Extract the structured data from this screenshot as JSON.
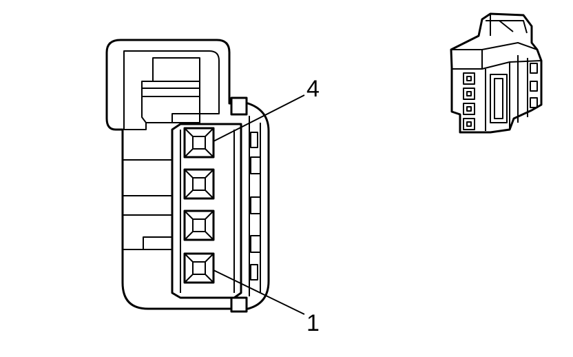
{
  "callouts": [
    {
      "id": "pin-4",
      "label": "4"
    },
    {
      "id": "pin-1",
      "label": "1"
    }
  ],
  "colors": {
    "line": "#000000",
    "background": "#ffffff"
  }
}
